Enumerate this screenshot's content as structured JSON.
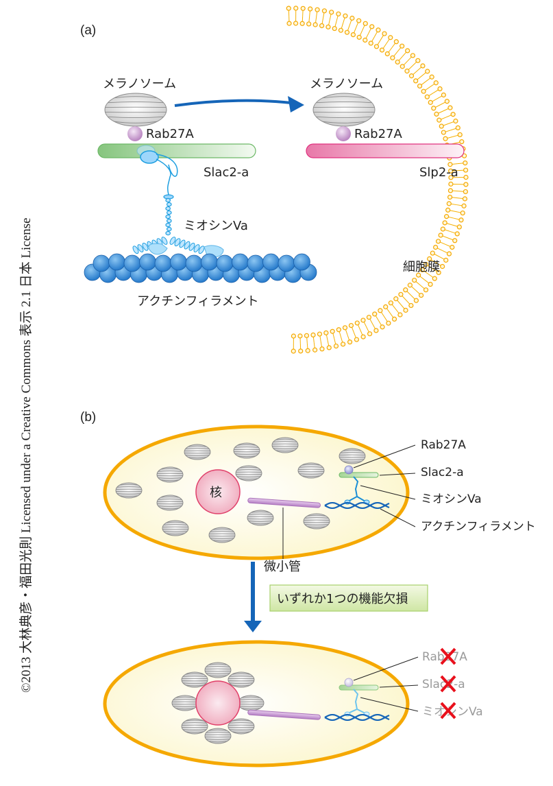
{
  "credit": "©2013 大林典彦・福田光則 Licensed under a Creative Commons 表示 2.1 日本 License",
  "panel_a": {
    "label": "(a)",
    "left": {
      "melanosome": "メラノソーム",
      "rab": "Rab27A",
      "effector": "Slac2-a",
      "motor": "ミオシンVa",
      "filament": "アクチンフィラメント"
    },
    "right": {
      "melanosome": "メラノソーム",
      "rab": "Rab27A",
      "effector": "Slp2-a",
      "membrane": "細胞膜"
    }
  },
  "panel_b": {
    "label": "(b)",
    "normal_cell": {
      "nucleus": "核",
      "microtubule": "微小管",
      "callouts": [
        "Rab27A",
        "Slac2-a",
        "ミオシンVa",
        "アクチンフィラメント"
      ]
    },
    "transition_box": "いずれか1つの機能欠損",
    "defective_cell": {
      "callouts": [
        "Rab27A",
        "Slac2-a",
        "ミオシンVa"
      ]
    }
  },
  "colors": {
    "arrow_blue": "#1565b8",
    "membrane_orange": "#f5a800",
    "slac_green": "#7cc070",
    "slp_pink": "#e0307e",
    "rab_purple": "#b07ab8",
    "actin_blue": "#1e7fd0",
    "myosin_blue": "#29a3e0",
    "nucleus_red": "#e0406a",
    "microtubule_purple": "#b77fc4",
    "knockout_red": "#e8101c",
    "box_green": "#d8ecb0"
  }
}
